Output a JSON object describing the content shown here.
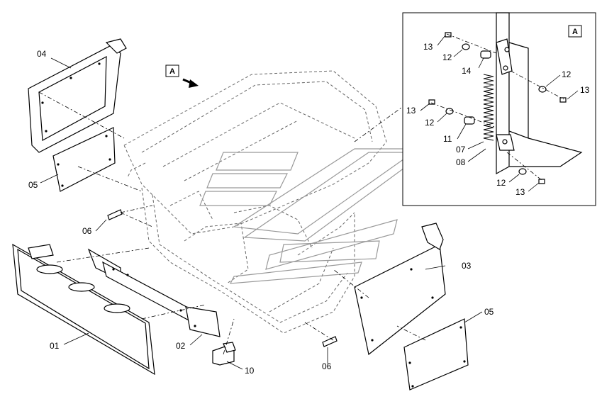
{
  "view_marker": "A",
  "detail_box_label": "A",
  "callouts": {
    "c01": "01",
    "c02": "02",
    "c03": "03",
    "c04": "04",
    "c05_left": "05",
    "c05_right": "05",
    "c06_left": "06",
    "c06_bottom": "06",
    "c10": "10",
    "d13_a": "13",
    "d12_a": "12",
    "d14": "14",
    "d12_b": "12",
    "d13_b": "13",
    "d13_c": "13",
    "d12_c": "12",
    "d11": "11",
    "d07": "07",
    "d08": "08",
    "d12_d": "12",
    "d13_d": "13"
  }
}
